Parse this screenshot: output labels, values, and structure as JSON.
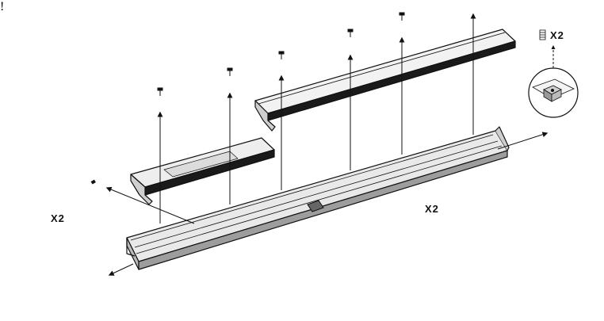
{
  "labels": {
    "qty_top_right": "X2",
    "qty_left": "X2",
    "qty_mid": "X2",
    "warning_glyph": "!"
  },
  "colors": {
    "stroke": "#111111",
    "profile_gray": "#c8c8c8",
    "profile_light": "#eeeeee",
    "driver_body": "#8a8a8a",
    "driver_top": "#bdbdbd",
    "arrow_black": "#111111"
  },
  "icons": {
    "screw": "screw-icon",
    "set_screw": "set-screw-icon",
    "end_cap": "end-cap-icon",
    "rotation_arrow": "rotation-arrow-icon",
    "warning": "warning-icon"
  }
}
